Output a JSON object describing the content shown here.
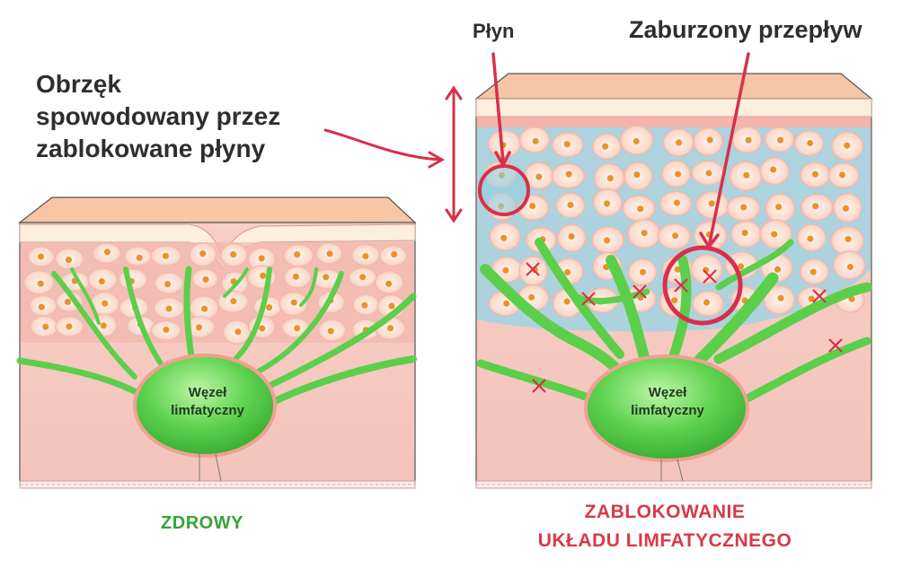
{
  "labels": {
    "edema_line1": "Obrzęk",
    "edema_line2": "spowodowany przez",
    "edema_line3": "zablokowane płyny",
    "fluid": "Płyn",
    "disturbed_flow": "Zaburzony przepływ",
    "lymph_node_line1": "Węzeł",
    "lymph_node_line2": "limfatyczny",
    "healthy": "ZDROWY",
    "blocked_line1": "ZABLOKOWANIE",
    "blocked_line2": "UKŁADU LIMFATYCZNEGO"
  },
  "colors": {
    "healthy_label": "#35a535",
    "blocked_label": "#d63a4a",
    "annotation": "#d8304a",
    "lymph": "#58d04a",
    "fluid": "#8fd0e0",
    "skin_top": "#f6c4a4",
    "tissue": "#f6cdc2"
  }
}
